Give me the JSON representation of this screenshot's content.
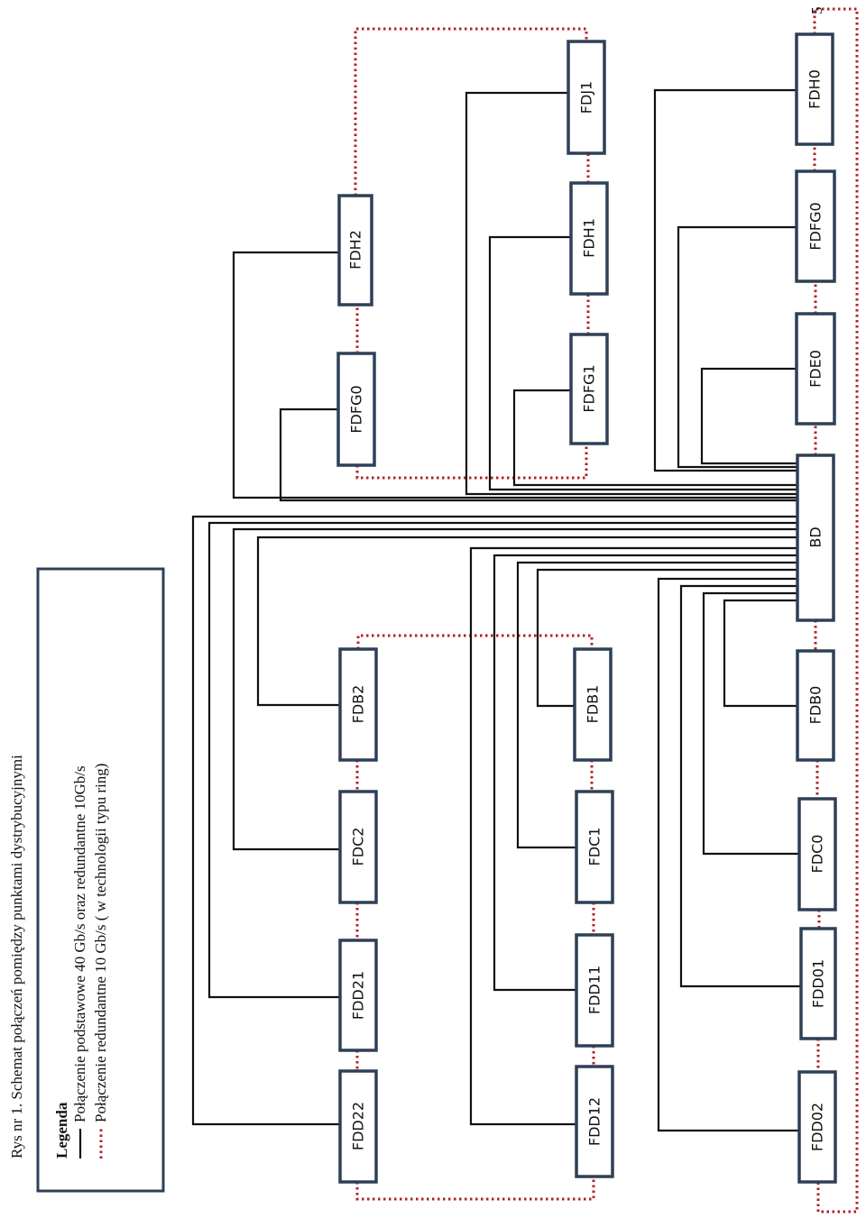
{
  "caption": "Rys nr 1. Schemat połączeń pomiędzy punktami dystrybucyjnymi",
  "legend": {
    "title": "Legenda",
    "solid_label": "Połączenie podstawowe 40 Gb/s oraz redundantne 10Gb/s",
    "dotted_label": "Połączenie redundantne 10 Gb/s ( w technologii typu ring)"
  },
  "nodes": {
    "BD": "BD",
    "FDB0": "FDB0",
    "FDC0": "FDC0",
    "FDD01": "FDD01",
    "FDD02": "FDD02",
    "FDB1": "FDB1",
    "FDC1": "FDC1",
    "FDD11": "FDD11",
    "FDD12": "FDD12",
    "FDB2": "FDB2",
    "FDC2": "FDC2",
    "FDD21": "FDD21",
    "FDD22": "FDD22",
    "FDE0": "FDE0",
    "FDFG0_r": "FDFG0",
    "FDH0": "FDH0",
    "FDFG1": "FDFG1",
    "FDH1": "FDH1",
    "FDJ1": "FDJ1",
    "FDFG0_l": "FDFG0",
    "FDH2": "FDH2"
  },
  "corner_mark": "5",
  "colors": {
    "box_border": "#2e4057",
    "solid_line": "#111111",
    "ring_line": "#b22222"
  }
}
